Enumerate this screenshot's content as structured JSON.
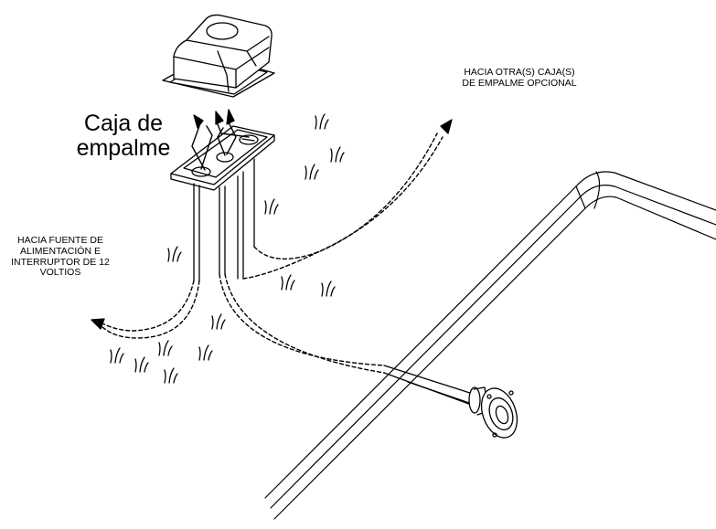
{
  "labels": {
    "junction_box_line1": "Caja de",
    "junction_box_line2": "empalme",
    "other_boxes_line1": "HACIA OTRA(S) CAJA(S)",
    "other_boxes_line2": "DE EMPALME OPCIONAL",
    "power_line1": "HACIA FUENTE DE",
    "power_line2": "ALIMENTACIÓN E",
    "power_line3": "INTERRUPTOR DE 12",
    "power_line4": "VOLTIOS"
  }
}
